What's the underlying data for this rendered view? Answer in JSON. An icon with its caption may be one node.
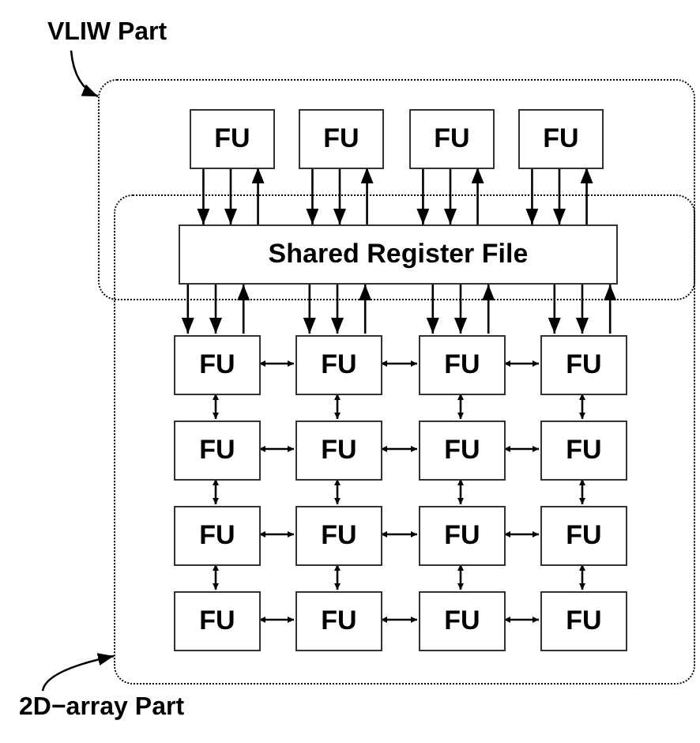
{
  "diagram": {
    "nodes": [
      {
        "text": [
          "VLIW Part"
        ]
      },
      {
        "text": [],
        "shape": "box"
      },
      {
        "text": [
          "FU"
        ],
        "in": 1
      },
      {
        "text": [
          "FU"
        ],
        "in": 1
      },
      {
        "text": [
          "FU"
        ],
        "in": 1
      },
      {
        "text": [
          "FU"
        ],
        "in": 1
      },
      {
        "text": [
          "Shared Register File"
        ]
      },
      {
        "text": [],
        "shape": "box"
      },
      {
        "text": [
          "FU"
        ],
        "in": 7
      },
      {
        "text": [
          "FU"
        ],
        "in": 7
      },
      {
        "text": [
          "FU"
        ],
        "in": 7
      },
      {
        "text": [
          "FU"
        ],
        "in": 7
      },
      {
        "text": [
          "FU"
        ],
        "in": 7
      },
      {
        "text": [
          "FU"
        ],
        "in": 7
      },
      {
        "text": [
          "FU"
        ],
        "in": 7
      },
      {
        "text": [
          "FU"
        ],
        "in": 7
      },
      {
        "text": [
          "FU"
        ],
        "in": 7
      },
      {
        "text": [
          "FU"
        ],
        "in": 7
      },
      {
        "text": [
          "FU"
        ],
        "in": 7
      },
      {
        "text": [
          "FU"
        ],
        "in": 7
      },
      {
        "text": [
          "FU"
        ],
        "in": 7
      },
      {
        "text": [
          "FU"
        ],
        "in": 7
      },
      {
        "text": [
          "FU"
        ],
        "in": 7
      },
      {
        "text": [
          "FU"
        ],
        "in": 7
      },
      {
        "text": [
          "2D−array Part"
        ]
      }
    ],
    "edges": [
      {
        "from": 0,
        "to": 1,
        "arrow": "to"
      },
      {
        "from": 2,
        "to": 6,
        "arrow": "to"
      },
      {
        "from": 2,
        "to": 6,
        "arrow": "to"
      },
      {
        "from": 6,
        "to": 2,
        "arrow": "to"
      },
      {
        "from": 3,
        "to": 6,
        "arrow": "to"
      },
      {
        "from": 3,
        "to": 6,
        "arrow": "to"
      },
      {
        "from": 6,
        "to": 3,
        "arrow": "to"
      },
      {
        "from": 4,
        "to": 6,
        "arrow": "to"
      },
      {
        "from": 4,
        "to": 6,
        "arrow": "to"
      },
      {
        "from": 6,
        "to": 4,
        "arrow": "to"
      },
      {
        "from": 5,
        "to": 6,
        "arrow": "to"
      },
      {
        "from": 5,
        "to": 6,
        "arrow": "to"
      },
      {
        "from": 6,
        "to": 5,
        "arrow": "to"
      },
      {
        "from": 6,
        "to": 8,
        "arrow": "to"
      },
      {
        "from": 6,
        "to": 8,
        "arrow": "to"
      },
      {
        "from": 8,
        "to": 6,
        "arrow": "to"
      },
      {
        "from": 6,
        "to": 9,
        "arrow": "to"
      },
      {
        "from": 6,
        "to": 9,
        "arrow": "to"
      },
      {
        "from": 9,
        "to": 6,
        "arrow": "to"
      },
      {
        "from": 6,
        "to": 10,
        "arrow": "to"
      },
      {
        "from": 6,
        "to": 10,
        "arrow": "to"
      },
      {
        "from": 10,
        "to": 6,
        "arrow": "to"
      },
      {
        "from": 6,
        "to": 11,
        "arrow": "to"
      },
      {
        "from": 6,
        "to": 11,
        "arrow": "to"
      },
      {
        "from": 11,
        "to": 6,
        "arrow": "to"
      },
      {
        "from": 8,
        "to": 9,
        "arrow": "both"
      },
      {
        "from": 9,
        "to": 10,
        "arrow": "both"
      },
      {
        "from": 10,
        "to": 11,
        "arrow": "both"
      },
      {
        "from": 12,
        "to": 13,
        "arrow": "both"
      },
      {
        "from": 13,
        "to": 14,
        "arrow": "both"
      },
      {
        "from": 14,
        "to": 15,
        "arrow": "both"
      },
      {
        "from": 16,
        "to": 17,
        "arrow": "both"
      },
      {
        "from": 17,
        "to": 18,
        "arrow": "both"
      },
      {
        "from": 18,
        "to": 19,
        "arrow": "both"
      },
      {
        "from": 20,
        "to": 21,
        "arrow": "both"
      },
      {
        "from": 21,
        "to": 22,
        "arrow": "both"
      },
      {
        "from": 22,
        "to": 23,
        "arrow": "both"
      },
      {
        "from": 8,
        "to": 12,
        "arrow": "both"
      },
      {
        "from": 9,
        "to": 13,
        "arrow": "both"
      },
      {
        "from": 10,
        "to": 14,
        "arrow": "both"
      },
      {
        "from": 11,
        "to": 15,
        "arrow": "both"
      },
      {
        "from": 12,
        "to": 16,
        "arrow": "both"
      },
      {
        "from": 13,
        "to": 17,
        "arrow": "both"
      },
      {
        "from": 14,
        "to": 18,
        "arrow": "both"
      },
      {
        "from": 15,
        "to": 19,
        "arrow": "both"
      },
      {
        "from": 16,
        "to": 20,
        "arrow": "both"
      },
      {
        "from": 17,
        "to": 21,
        "arrow": "both"
      },
      {
        "from": 18,
        "to": 22,
        "arrow": "both"
      },
      {
        "from": 19,
        "to": 23,
        "arrow": "both"
      },
      {
        "from": 24,
        "to": 7,
        "arrow": "to"
      }
    ]
  }
}
